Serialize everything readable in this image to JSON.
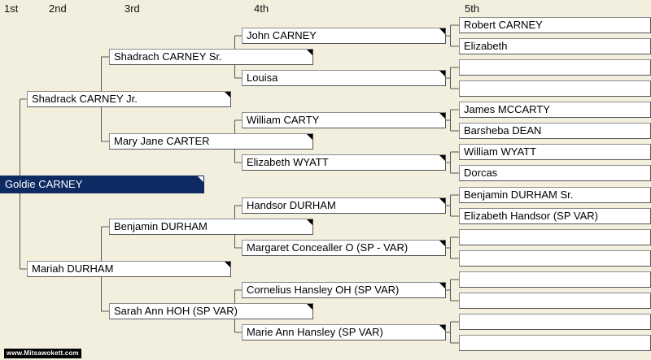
{
  "headers": {
    "g1": "1st",
    "g2": "2nd",
    "g3": "3rd",
    "g4": "4th",
    "g5": "5th"
  },
  "gen1": [
    "Goldie CARNEY"
  ],
  "gen2": [
    "Shadrack CARNEY Jr.",
    "Mariah DURHAM"
  ],
  "gen3": [
    "Shadrach CARNEY Sr.",
    "Mary Jane CARTER",
    "Benjamin DURHAM",
    "Sarah Ann HOH (SP VAR)"
  ],
  "gen4": [
    "John CARNEY",
    "Louisa",
    "William CARTY",
    "Elizabeth WYATT",
    "Handsor DURHAM",
    "Margaret Concealler O (SP - VAR)",
    "Cornelius Hansley OH (SP VAR)",
    "Marie Ann Hansley (SP VAR)"
  ],
  "gen5": [
    "Robert CARNEY",
    "Elizabeth",
    "",
    "",
    "James MCCARTY",
    "Barsheba DEAN",
    "William WYATT",
    "Dorcas",
    "Benjamin DURHAM Sr.",
    "Elizabeth Handsor (SP VAR)",
    "",
    "",
    "",
    "",
    "",
    ""
  ],
  "watermark": "www.Mitsawokett.com",
  "colors": {
    "selected_bg": "#0e2a63",
    "background": "#f3efdf",
    "line": "#555555"
  }
}
